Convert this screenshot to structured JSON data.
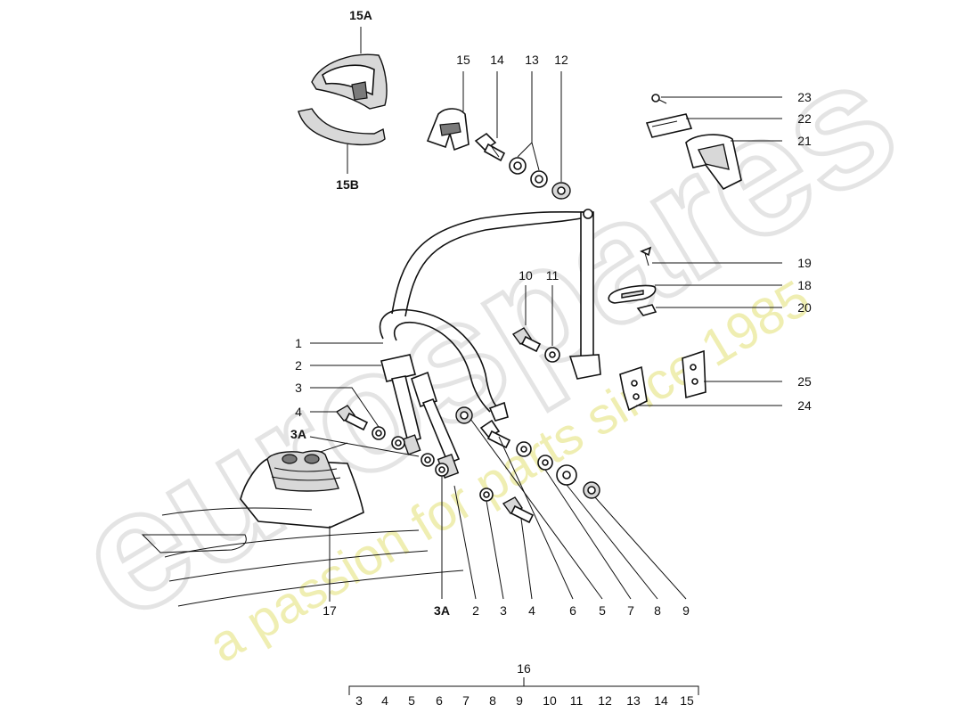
{
  "watermark": {
    "brand": "eurospares",
    "tagline": "a passion for parts since 1985"
  },
  "callouts": {
    "p1": "1",
    "p2": "2",
    "p3": "3",
    "p3a": "3A",
    "p4": "4",
    "p5": "5",
    "p6": "6",
    "p7": "7",
    "p8": "8",
    "p9": "9",
    "p10": "10",
    "p11": "11",
    "p12": "12",
    "p13": "13",
    "p14": "14",
    "p15": "15",
    "p15a": "15A",
    "p15b": "15B",
    "p17": "17",
    "p18": "18",
    "p19": "19",
    "p20": "20",
    "p21": "21",
    "p22": "22",
    "p23": "23",
    "p24": "24",
    "p25": "25"
  },
  "bottom_row": [
    "3A",
    "2",
    "3",
    "4",
    "6",
    "5",
    "7",
    "8",
    "9"
  ],
  "kit": {
    "label": "16",
    "items": [
      "3",
      "4",
      "5",
      "6",
      "7",
      "8",
      "9",
      "10",
      "11",
      "12",
      "13",
      "14",
      "15"
    ]
  }
}
